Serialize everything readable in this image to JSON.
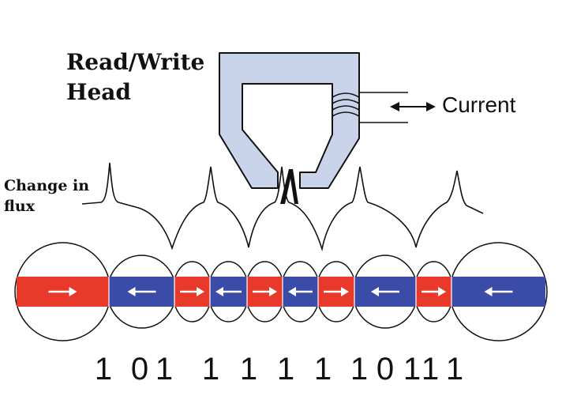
{
  "labels": {
    "head_line1": "Read/Write",
    "head_line2": "Head",
    "flux_line1": "Change in",
    "flux_line2": "flux",
    "current": "Current"
  },
  "colors": {
    "north_domain": "#e8392b",
    "south_domain": "#3b4ca8",
    "head_fill": "#c9d3ea",
    "outline": "#111111"
  },
  "domains": [
    {
      "polarity": "N",
      "arrow": "right"
    },
    {
      "polarity": "S",
      "arrow": "left"
    },
    {
      "polarity": "N",
      "arrow": "right"
    },
    {
      "polarity": "S",
      "arrow": "left"
    },
    {
      "polarity": "N",
      "arrow": "right"
    },
    {
      "polarity": "S",
      "arrow": "left"
    },
    {
      "polarity": "N",
      "arrow": "right"
    },
    {
      "polarity": "S",
      "arrow": "left"
    },
    {
      "polarity": "N",
      "arrow": "right"
    },
    {
      "polarity": "S",
      "arrow": "left"
    }
  ],
  "bits": [
    "1",
    "0",
    "1",
    "1",
    "1",
    "1",
    "1",
    "1",
    "0",
    "1",
    "1",
    "1"
  ]
}
